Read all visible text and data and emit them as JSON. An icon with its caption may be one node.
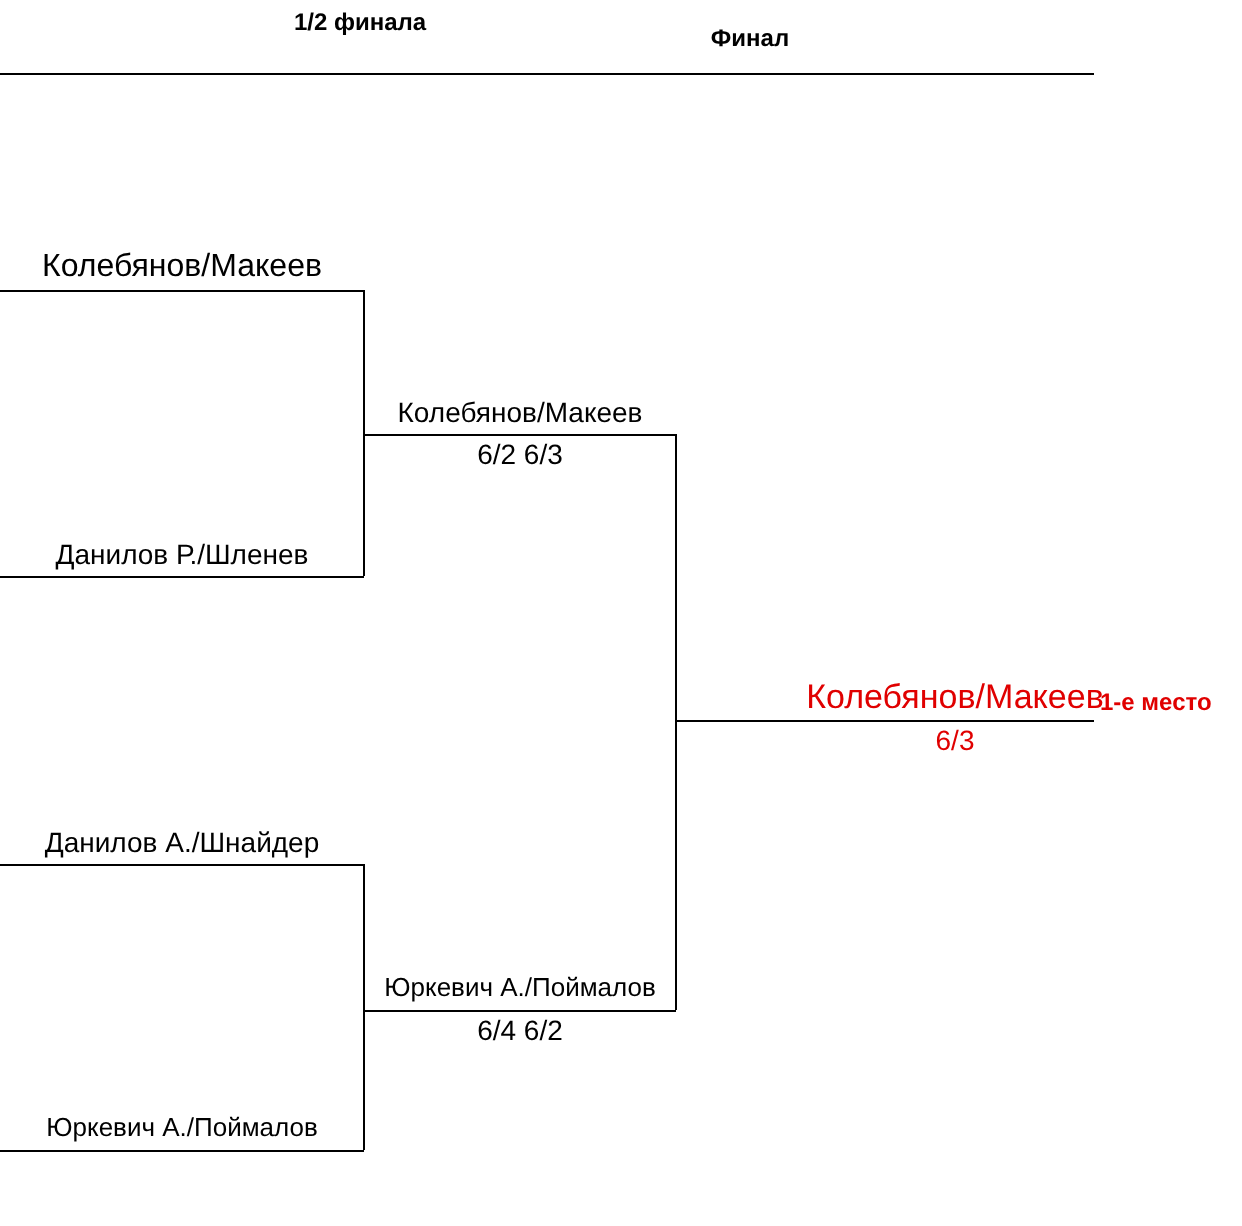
{
  "diagram": {
    "nodes": [
      {
        "text": [
          "Колебянов/Макеев"
        ]
      },
      {
        "text": [
          "Данилов Р./Шленев"
        ]
      },
      {
        "text": [
          "Колебянов/Макеев",
          "6/2 6/3"
        ]
      },
      {
        "text": [
          "Данилов А./Шнайдер"
        ]
      },
      {
        "text": [
          "Юркевич А./Поймалов"
        ]
      },
      {
        "text": [
          "Юркевич А./Поймалов",
          "6/4 6/2"
        ]
      },
      {
        "text": [
          "Колебянов/Макеев",
          "6/3"
        ],
        "beside": [
          "1-е место"
        ]
      }
    ],
    "edges": [
      {
        "from": 0,
        "to": 2,
        "arrow": "none"
      },
      {
        "from": 1,
        "to": 2,
        "arrow": "none"
      },
      {
        "from": 3,
        "to": 5,
        "arrow": "none"
      },
      {
        "from": 4,
        "to": 5,
        "arrow": "none"
      },
      {
        "from": 2,
        "to": 6,
        "arrow": "none"
      },
      {
        "from": 5,
        "to": 6,
        "arrow": "none"
      }
    ],
    "labels": [
      "1/2 финала",
      "Финал"
    ]
  }
}
